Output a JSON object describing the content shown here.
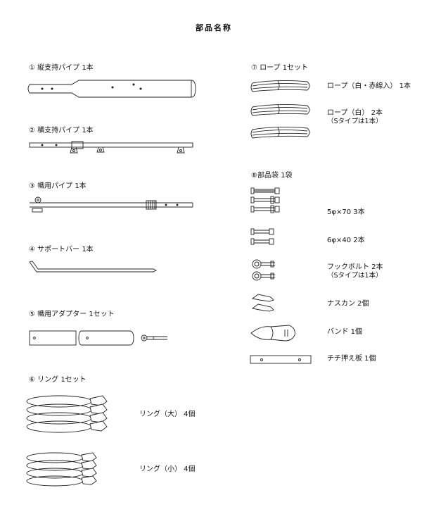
{
  "title": "部品名称",
  "sections": {
    "s1": "①  縦支持パイプ  1本",
    "s2": "②  横支持パイプ  1本",
    "s3": "③  幟用パイプ  1本",
    "s4": "④  サポートバー  1本",
    "s5": "⑤  幟用アダプター  1セット",
    "s6": "⑥  リング  1セット",
    "s7": "⑦  ロープ  1セット",
    "s8": "⑧部品袋  1袋"
  },
  "ring_labels": {
    "large": "リング（大） 4個",
    "small": "リング（小） 4個"
  },
  "rope_labels": {
    "r1": "ロープ（白・赤線入） 1本",
    "r2_line1": "ロープ（白） 2本",
    "r2_line2": "（Sタイプは1本）"
  },
  "bag_items": {
    "bolt70": "5φ×70  3本",
    "bolt40": "6φ×40  2本",
    "hook_line1": "フックボルト 2本",
    "hook_line2": "（Sタイプは1本）",
    "carabiner": "ナスカン  2個",
    "band": "バンド  1個",
    "plate": "チチ押え板  1個"
  }
}
